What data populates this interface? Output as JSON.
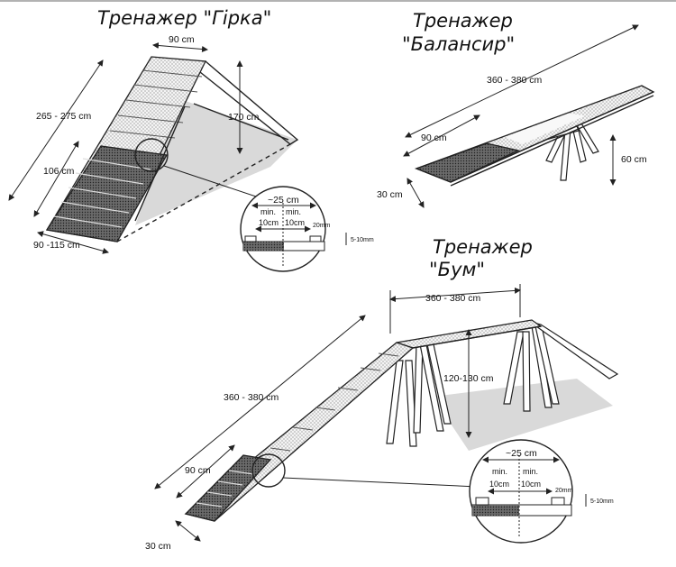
{
  "apparatus": [
    {
      "title": "Тренажер \"Гірка\"",
      "dimensions": [
        "90 cm",
        "265 - 275 cm",
        "170 cm",
        "106 cm",
        "90 -115 cm"
      ]
    },
    {
      "title_line1": "Тренажер",
      "title_line2": "\"Балансир\"",
      "dimensions": [
        "360 - 380 cm",
        "90 cm",
        "60 cm",
        "30 cm"
      ]
    },
    {
      "title_line1": "Тренажер",
      "title_line2": "\"Бум\"",
      "dimensions": [
        "360 - 380 cm",
        "120-130 cm",
        "360 - 380 cm",
        "90 cm",
        "30 cm"
      ]
    }
  ],
  "slat_detail_a": {
    "spacing": "~25 cm",
    "min_label_left": "min.",
    "min_value_left": "10cm",
    "min_label_right": "min.",
    "min_value_right": "10cm",
    "slat_width": "20mm",
    "slat_height": "5-10mm"
  },
  "slat_detail_b": {
    "spacing": "~25 cm",
    "min_label_left": "min.",
    "min_value_left": "10cm",
    "min_label_right": "min.",
    "min_value_right": "10cm",
    "slat_width": "20mm",
    "slat_height": "5-10mm"
  }
}
